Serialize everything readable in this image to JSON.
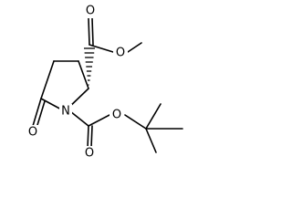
{
  "molecule": {
    "atoms": {
      "carbonyl_o_top": "O",
      "ester_o": "O",
      "ring_n": "N",
      "lactam_o": "O",
      "boc_carbonyl_o": "O",
      "boc_ester_o": "O"
    },
    "stereo_bond": "hashed-wedge"
  },
  "colors": {
    "bond": "#000000",
    "label": "#000000",
    "background": "#ffffff"
  }
}
